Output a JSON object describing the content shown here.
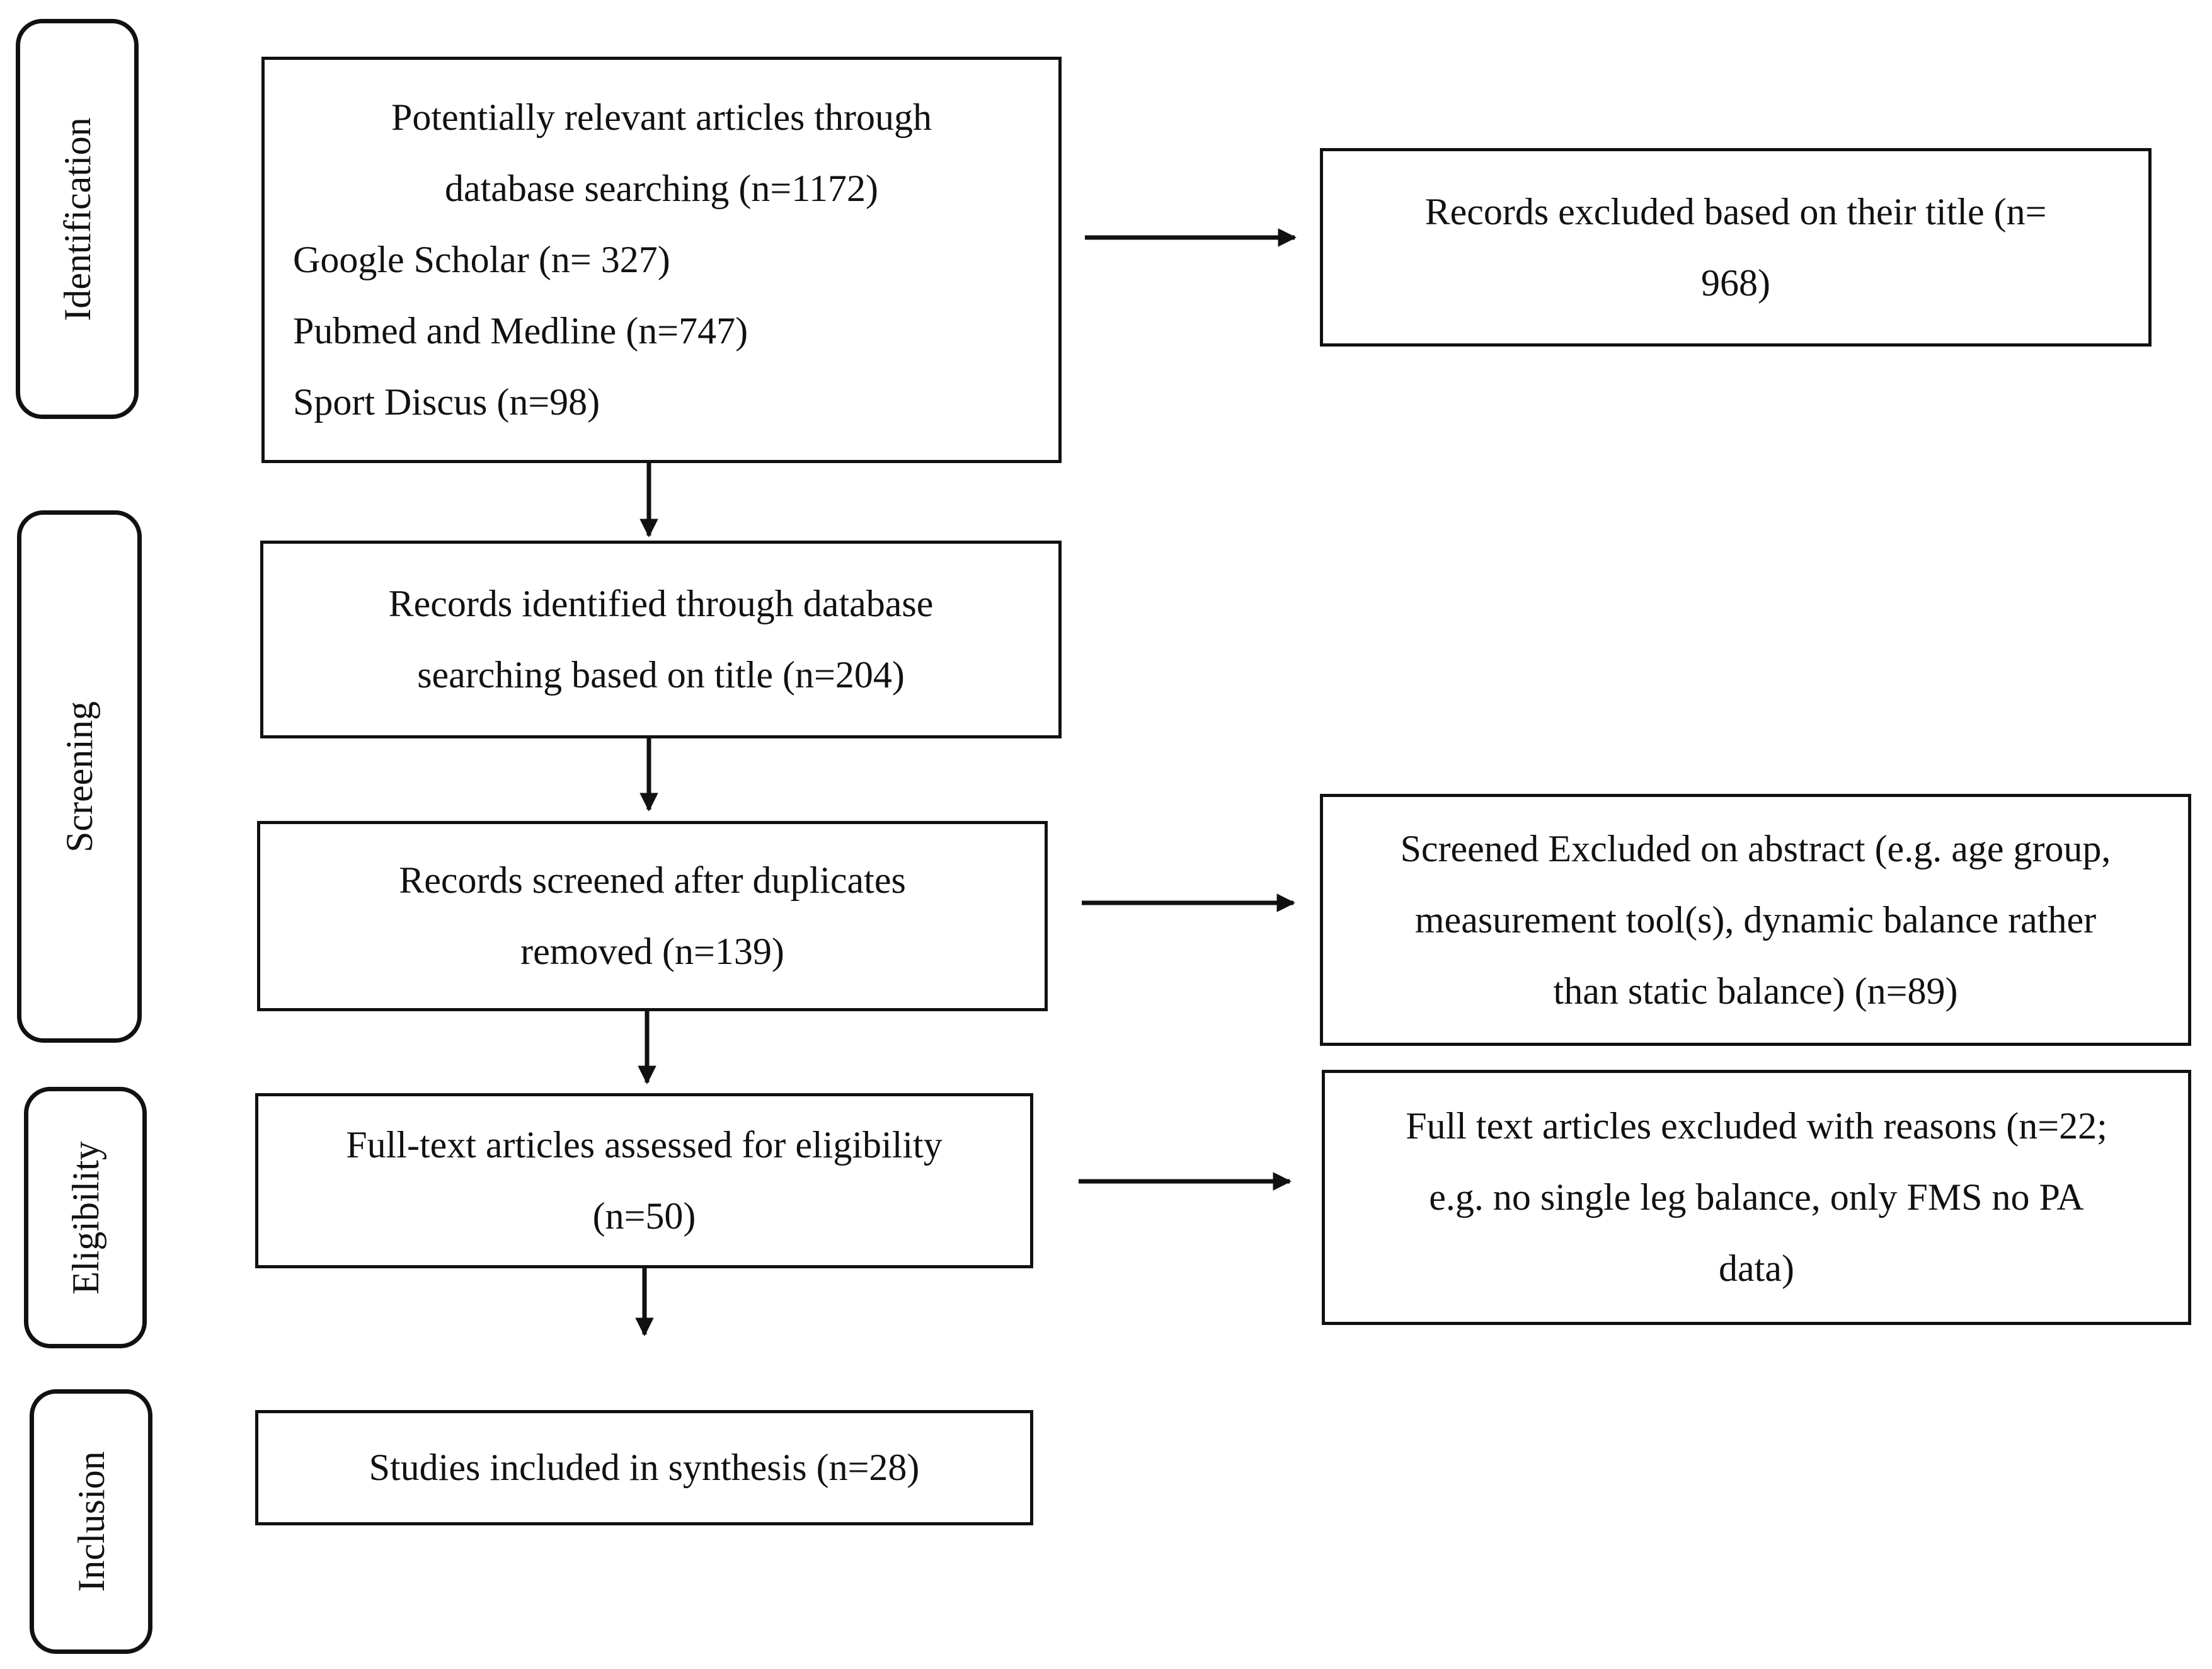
{
  "stages": [
    {
      "key": "identification",
      "label": "Identification"
    },
    {
      "key": "screening",
      "label": "Screening"
    },
    {
      "key": "eligibility",
      "label": "Eligibility"
    },
    {
      "key": "inclusion",
      "label": "Inclusion"
    }
  ],
  "boxes": {
    "database_search": {
      "lines": [
        "Potentially relevant articles through",
        "database searching (n=1172)",
        "Google Scholar (n= 327)",
        "Pubmed and Medline (n=747)",
        "Sport Discus (n=98)"
      ]
    },
    "excluded_title": {
      "lines": [
        "Records excluded based on their title (n=",
        "968)"
      ]
    },
    "identified_by_title": {
      "lines": [
        "Records identified through database",
        "searching based on title (n=204)"
      ]
    },
    "screened_after_duplicates": {
      "lines": [
        "Records screened after duplicates",
        "removed (n=139)"
      ]
    },
    "excluded_abstract": {
      "lines": [
        "Screened Excluded on abstract (e.g. age group,",
        "measurement tool(s), dynamic balance rather",
        "than static balance) (n=89)"
      ]
    },
    "fulltext_assessed": {
      "lines": [
        "Full-text articles assessed for eligibility",
        "(n=50)"
      ]
    },
    "fulltext_excluded": {
      "lines": [
        "Full text articles excluded with reasons (n=22;",
        "e.g. no single leg balance, only FMS no PA",
        "data)"
      ]
    },
    "included_synthesis": {
      "lines": [
        "Studies included in synthesis (n=28)"
      ]
    }
  }
}
